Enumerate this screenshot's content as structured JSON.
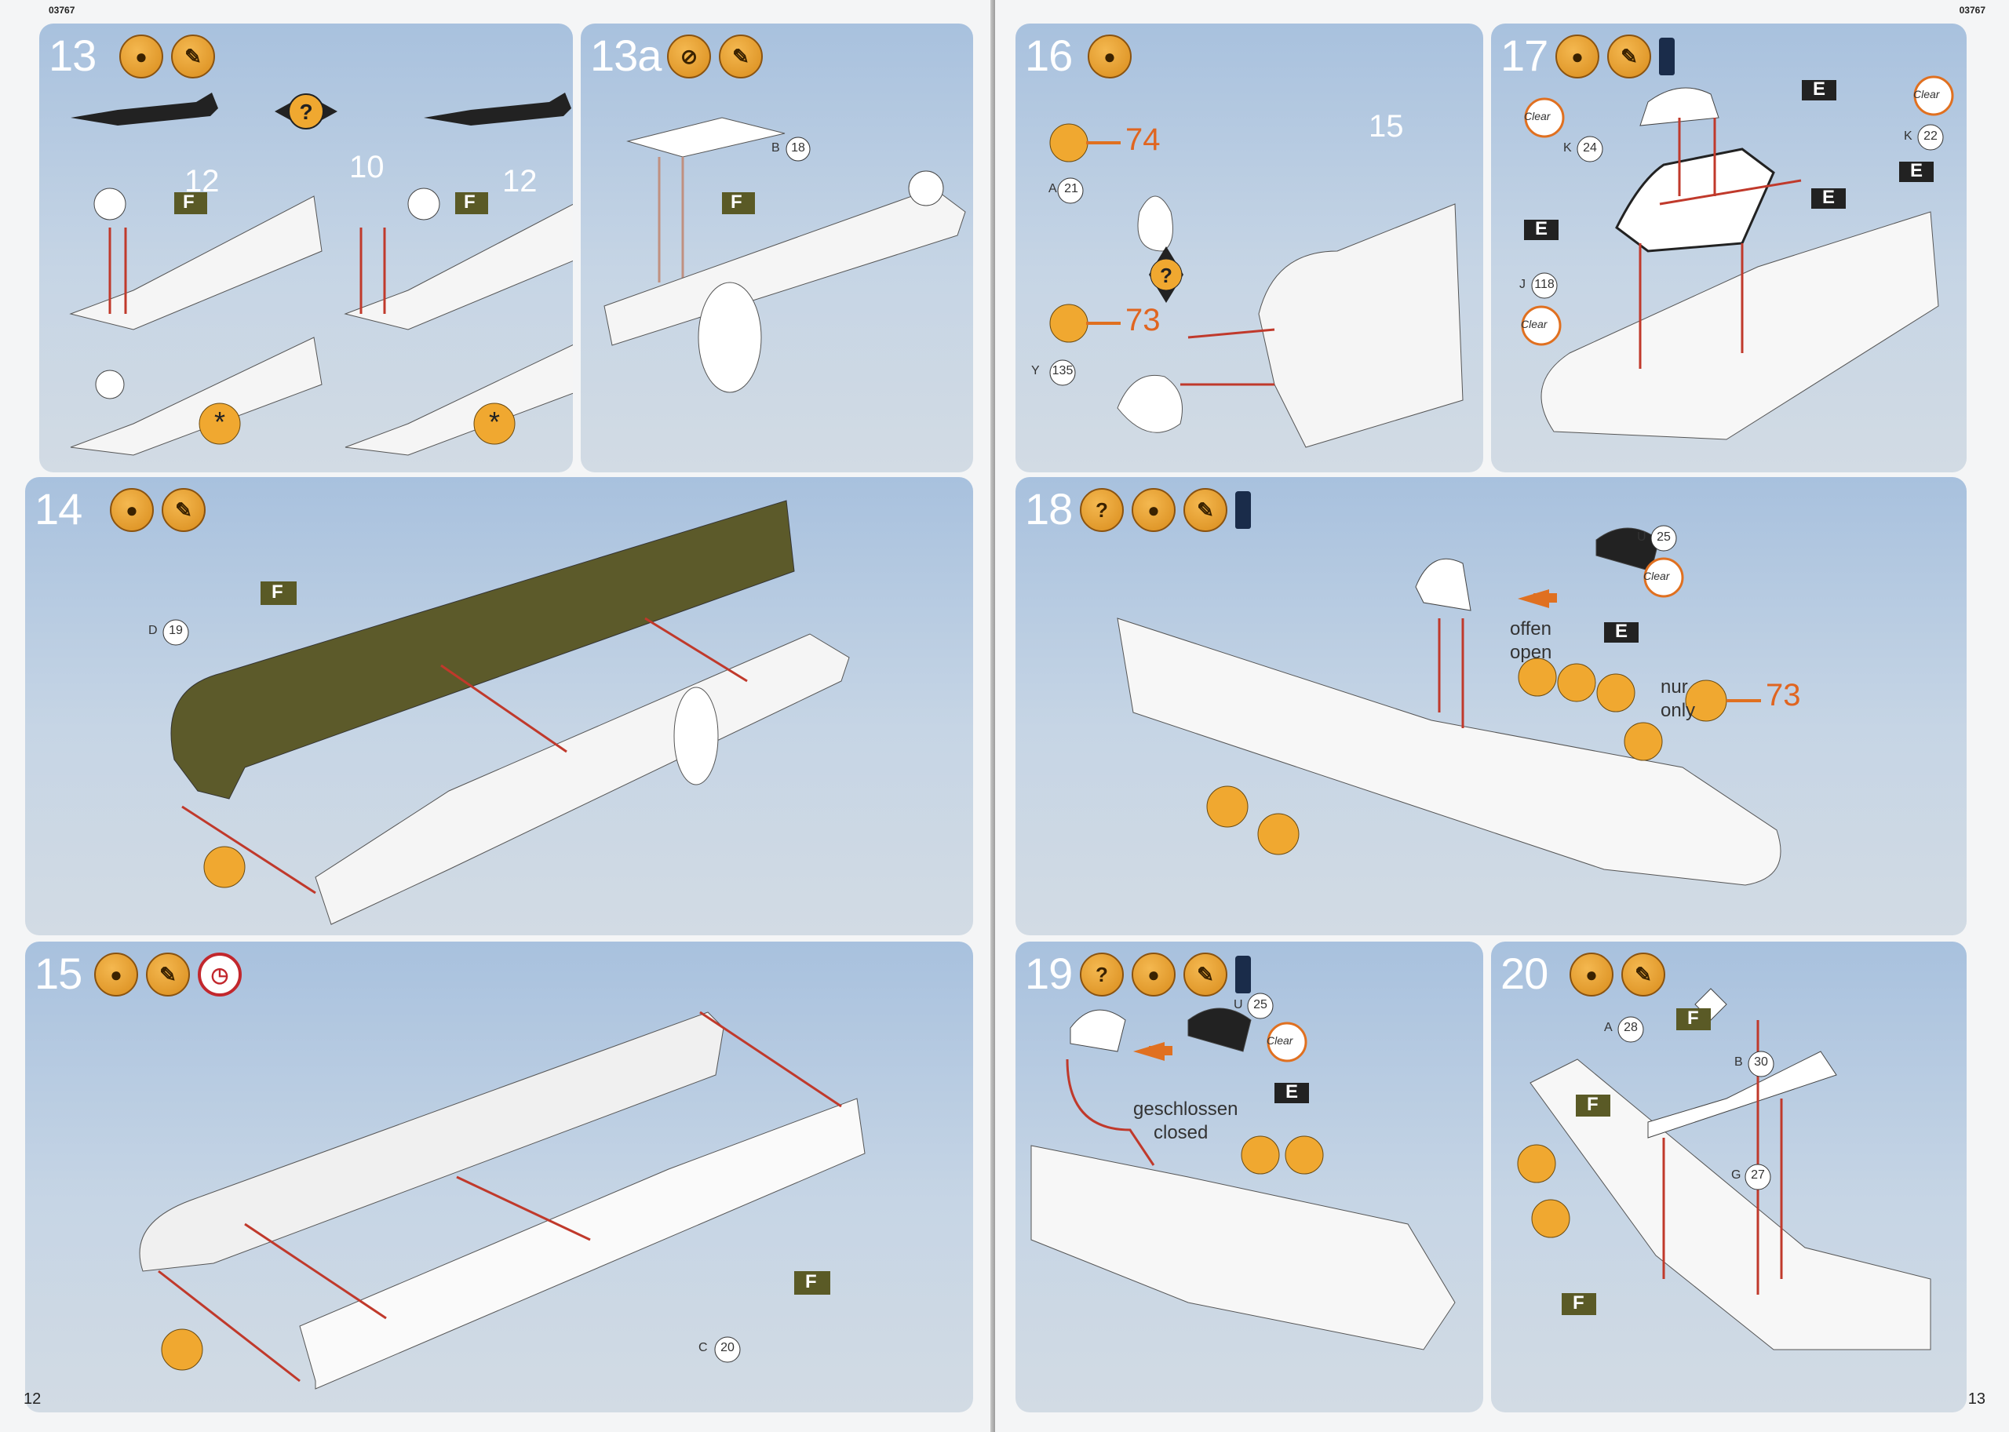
{
  "doc_code": "03767",
  "left_page_number": "12",
  "right_page_number": "13",
  "colors": {
    "panel_bg": "#b7cbe0",
    "accent_orange": "#e07020",
    "decal_green": "#5a5a26",
    "arrow_red": "#c0392b"
  },
  "steps": [
    {
      "number": "13",
      "icons": [
        "paint-icon",
        "brush-icon"
      ],
      "parts": [
        {
          "label": "12"
        },
        {
          "label": "10"
        },
        {
          "label": "12"
        }
      ],
      "decal": "F"
    },
    {
      "number": "13a",
      "icons": [
        "paint-crossed-icon",
        "brush-icon"
      ],
      "parts": [
        {
          "letter": "B",
          "num": "18"
        }
      ],
      "decal": "F"
    },
    {
      "number": "16",
      "icons": [
        "paint-icon"
      ],
      "parts": [
        {
          "letter": "A",
          "num": "21"
        },
        {
          "letter": "Y",
          "num": "135"
        },
        {
          "label": "15"
        }
      ],
      "refs": [
        "74",
        "73"
      ]
    },
    {
      "number": "17",
      "icons": [
        "paint-icon",
        "brush-icon",
        "glue-bottle-icon"
      ],
      "parts": [
        {
          "letter": "K",
          "num": "24"
        },
        {
          "letter": "K",
          "num": "22"
        },
        {
          "letter": "J",
          "num": "118"
        }
      ],
      "clear": "Clear",
      "decal": "E"
    },
    {
      "number": "14",
      "icons": [
        "paint-icon",
        "brush-icon"
      ],
      "parts": [
        {
          "letter": "D",
          "num": "19"
        }
      ],
      "decal": "F"
    },
    {
      "number": "18",
      "icons": [
        "question-icon",
        "paint-icon",
        "brush-icon",
        "glue-bottle-icon"
      ],
      "parts": [
        {
          "letter": "U",
          "num": "25"
        }
      ],
      "clear": "Clear",
      "decal": "E",
      "open_label": "offen",
      "open_label_en": "open",
      "only_label": "nur",
      "only_label_en": "only",
      "ref": "73"
    },
    {
      "number": "15",
      "icons": [
        "paint-icon",
        "brush-icon",
        "clock-icon"
      ],
      "parts": [
        {
          "letter": "C",
          "num": "20"
        }
      ],
      "decal": "F"
    },
    {
      "number": "19",
      "icons": [
        "question-icon",
        "paint-icon",
        "brush-icon",
        "glue-bottle-icon"
      ],
      "parts": [
        {
          "letter": "U",
          "num": "25"
        }
      ],
      "clear": "Clear",
      "decal": "E",
      "closed_label": "geschlossen",
      "closed_label_en": "closed"
    },
    {
      "number": "20",
      "icons": [
        "paint-icon",
        "brush-icon"
      ],
      "parts": [
        {
          "letter": "A",
          "num": "28"
        },
        {
          "letter": "B",
          "num": "30"
        },
        {
          "letter": "G",
          "num": "27"
        }
      ],
      "decal": "F"
    }
  ]
}
